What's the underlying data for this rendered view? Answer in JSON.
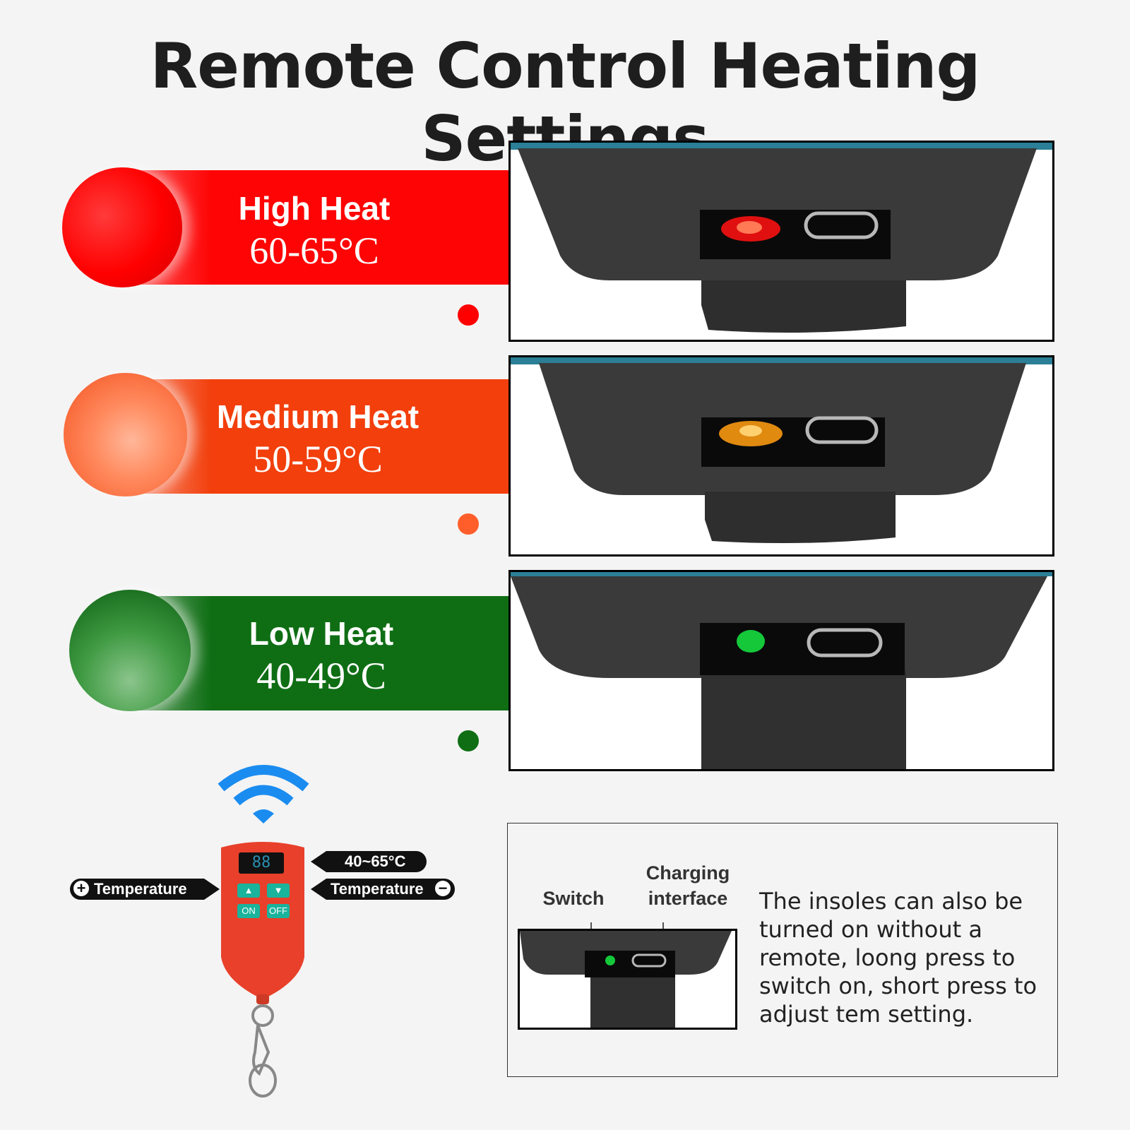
{
  "title": "Remote Control Heating Settings",
  "levels": [
    {
      "name": "High Heat",
      "range": "60-65°C",
      "color": "#fe0404"
    },
    {
      "name": "Medium Heat",
      "range": "50-59°C",
      "color": "#f23f0c"
    },
    {
      "name": "Low Heat",
      "range": "40-49°C",
      "color": "#0f6e14"
    }
  ],
  "remote": {
    "display": "88",
    "buttons": {
      "up": "▲",
      "down": "▼",
      "on": "ON",
      "off": "OFF"
    },
    "left_tag": "Temperature",
    "left_tag_symbol": "+",
    "right_top_tag": "40~65°C",
    "right_bottom_tag": "Temperature",
    "right_bottom_symbol": "−",
    "accent": "#e8402a",
    "icons": [
      "wifi-icon",
      "keyring-icon"
    ]
  },
  "info": {
    "switch_label": "Switch",
    "charging_label": "Charging interface",
    "description": "The insoles can also be turned on without a remote, loong press to switch on, short press to adjust tem setting."
  }
}
